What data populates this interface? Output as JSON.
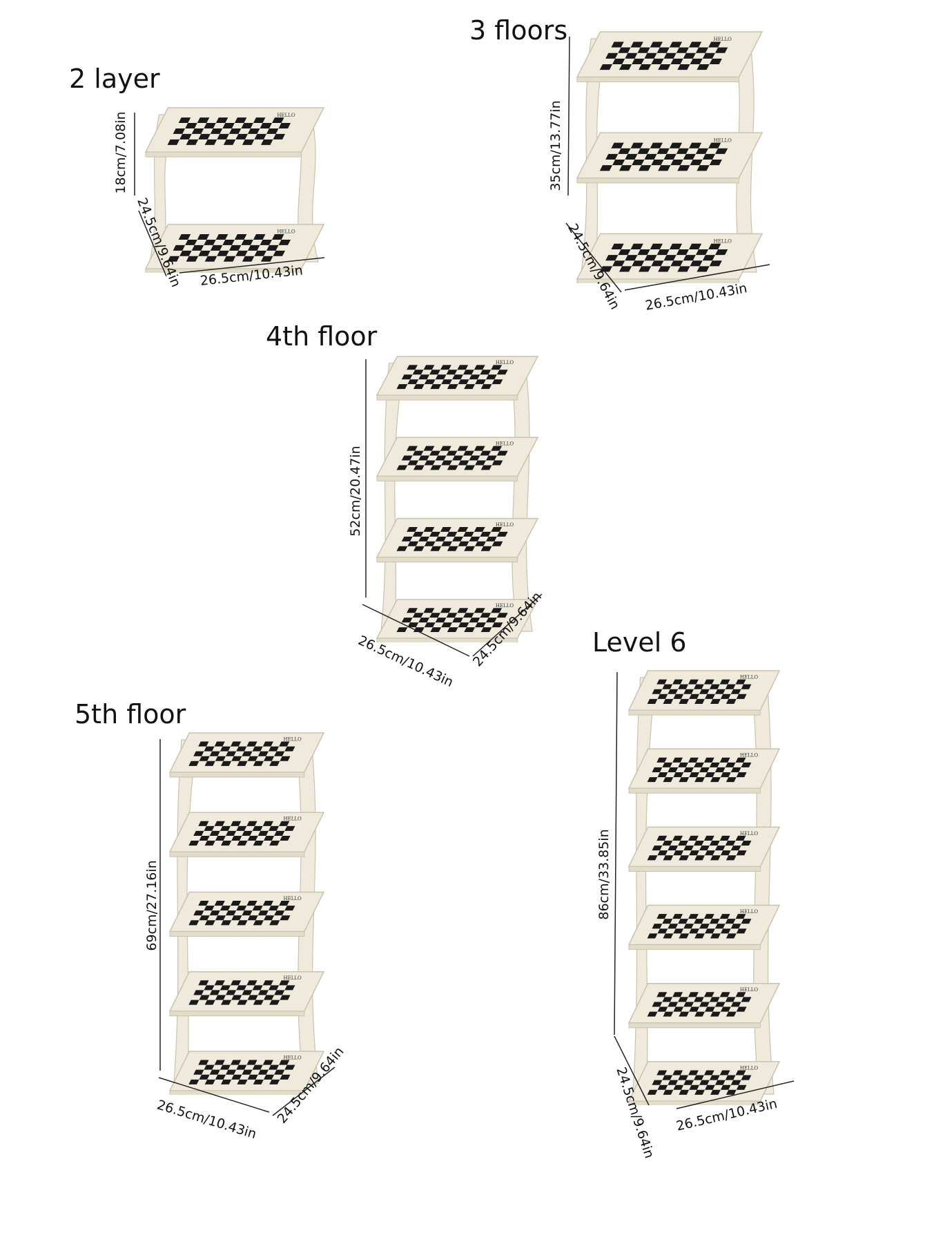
{
  "variants": [
    {
      "title": "2 layer",
      "tiers": 2,
      "height_label": "18cm/7.08in",
      "depth_label": "24.5cm/9.64in",
      "width_label": "26.5cm/10.43in"
    },
    {
      "title": "3 floors",
      "tiers": 3,
      "height_label": "35cm/13.77in",
      "depth_label": "24.5cm/9.64in",
      "width_label": "26.5cm/10.43in"
    },
    {
      "title": "4th floor",
      "tiers": 4,
      "height_label": "52cm/20.47in",
      "depth_label": "24.5cm/9.64in",
      "width_label": "26.5cm/10.43in"
    },
    {
      "title": "5th floor",
      "tiers": 5,
      "height_label": "69cm/27.16in",
      "depth_label": "24.5cm/9.64in",
      "width_label": "26.5cm/10.43in"
    },
    {
      "title": "Level 6",
      "tiers": 6,
      "height_label": "86cm/33.85in",
      "depth_label": "24.5cm/9.64in",
      "width_label": "26.5cm/10.43in"
    }
  ],
  "brand_text": "HELLO",
  "colors": {
    "rack": "#efeadb",
    "rack_edge": "#c9c2ae",
    "check_dark": "#1a1a1a",
    "check_light": "#f2eee2"
  }
}
